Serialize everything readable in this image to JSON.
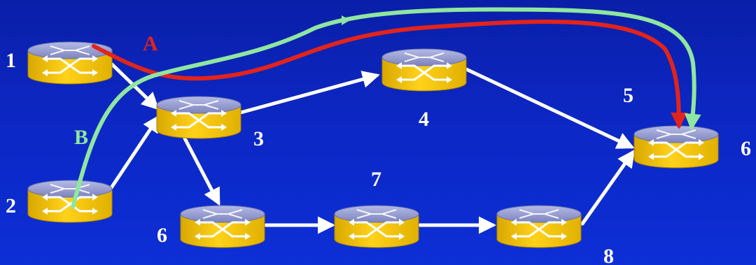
{
  "labels": {
    "router_1": "1",
    "router_2": "2",
    "router_3": "3",
    "router_4": "4",
    "label_5": "5",
    "router_6_right": "6",
    "router_6_bottom": "6",
    "label_7": "7",
    "router_8": "8",
    "path_a": "A",
    "path_b": "B"
  },
  "colors": {
    "background": "#0c27c4",
    "router_body": "#f5c400",
    "router_top": "#8c93c9",
    "link": "#ffffff",
    "path_a": "#e2241b",
    "path_b": "#8fe6a0"
  },
  "icons": {
    "router": "router-icon"
  }
}
